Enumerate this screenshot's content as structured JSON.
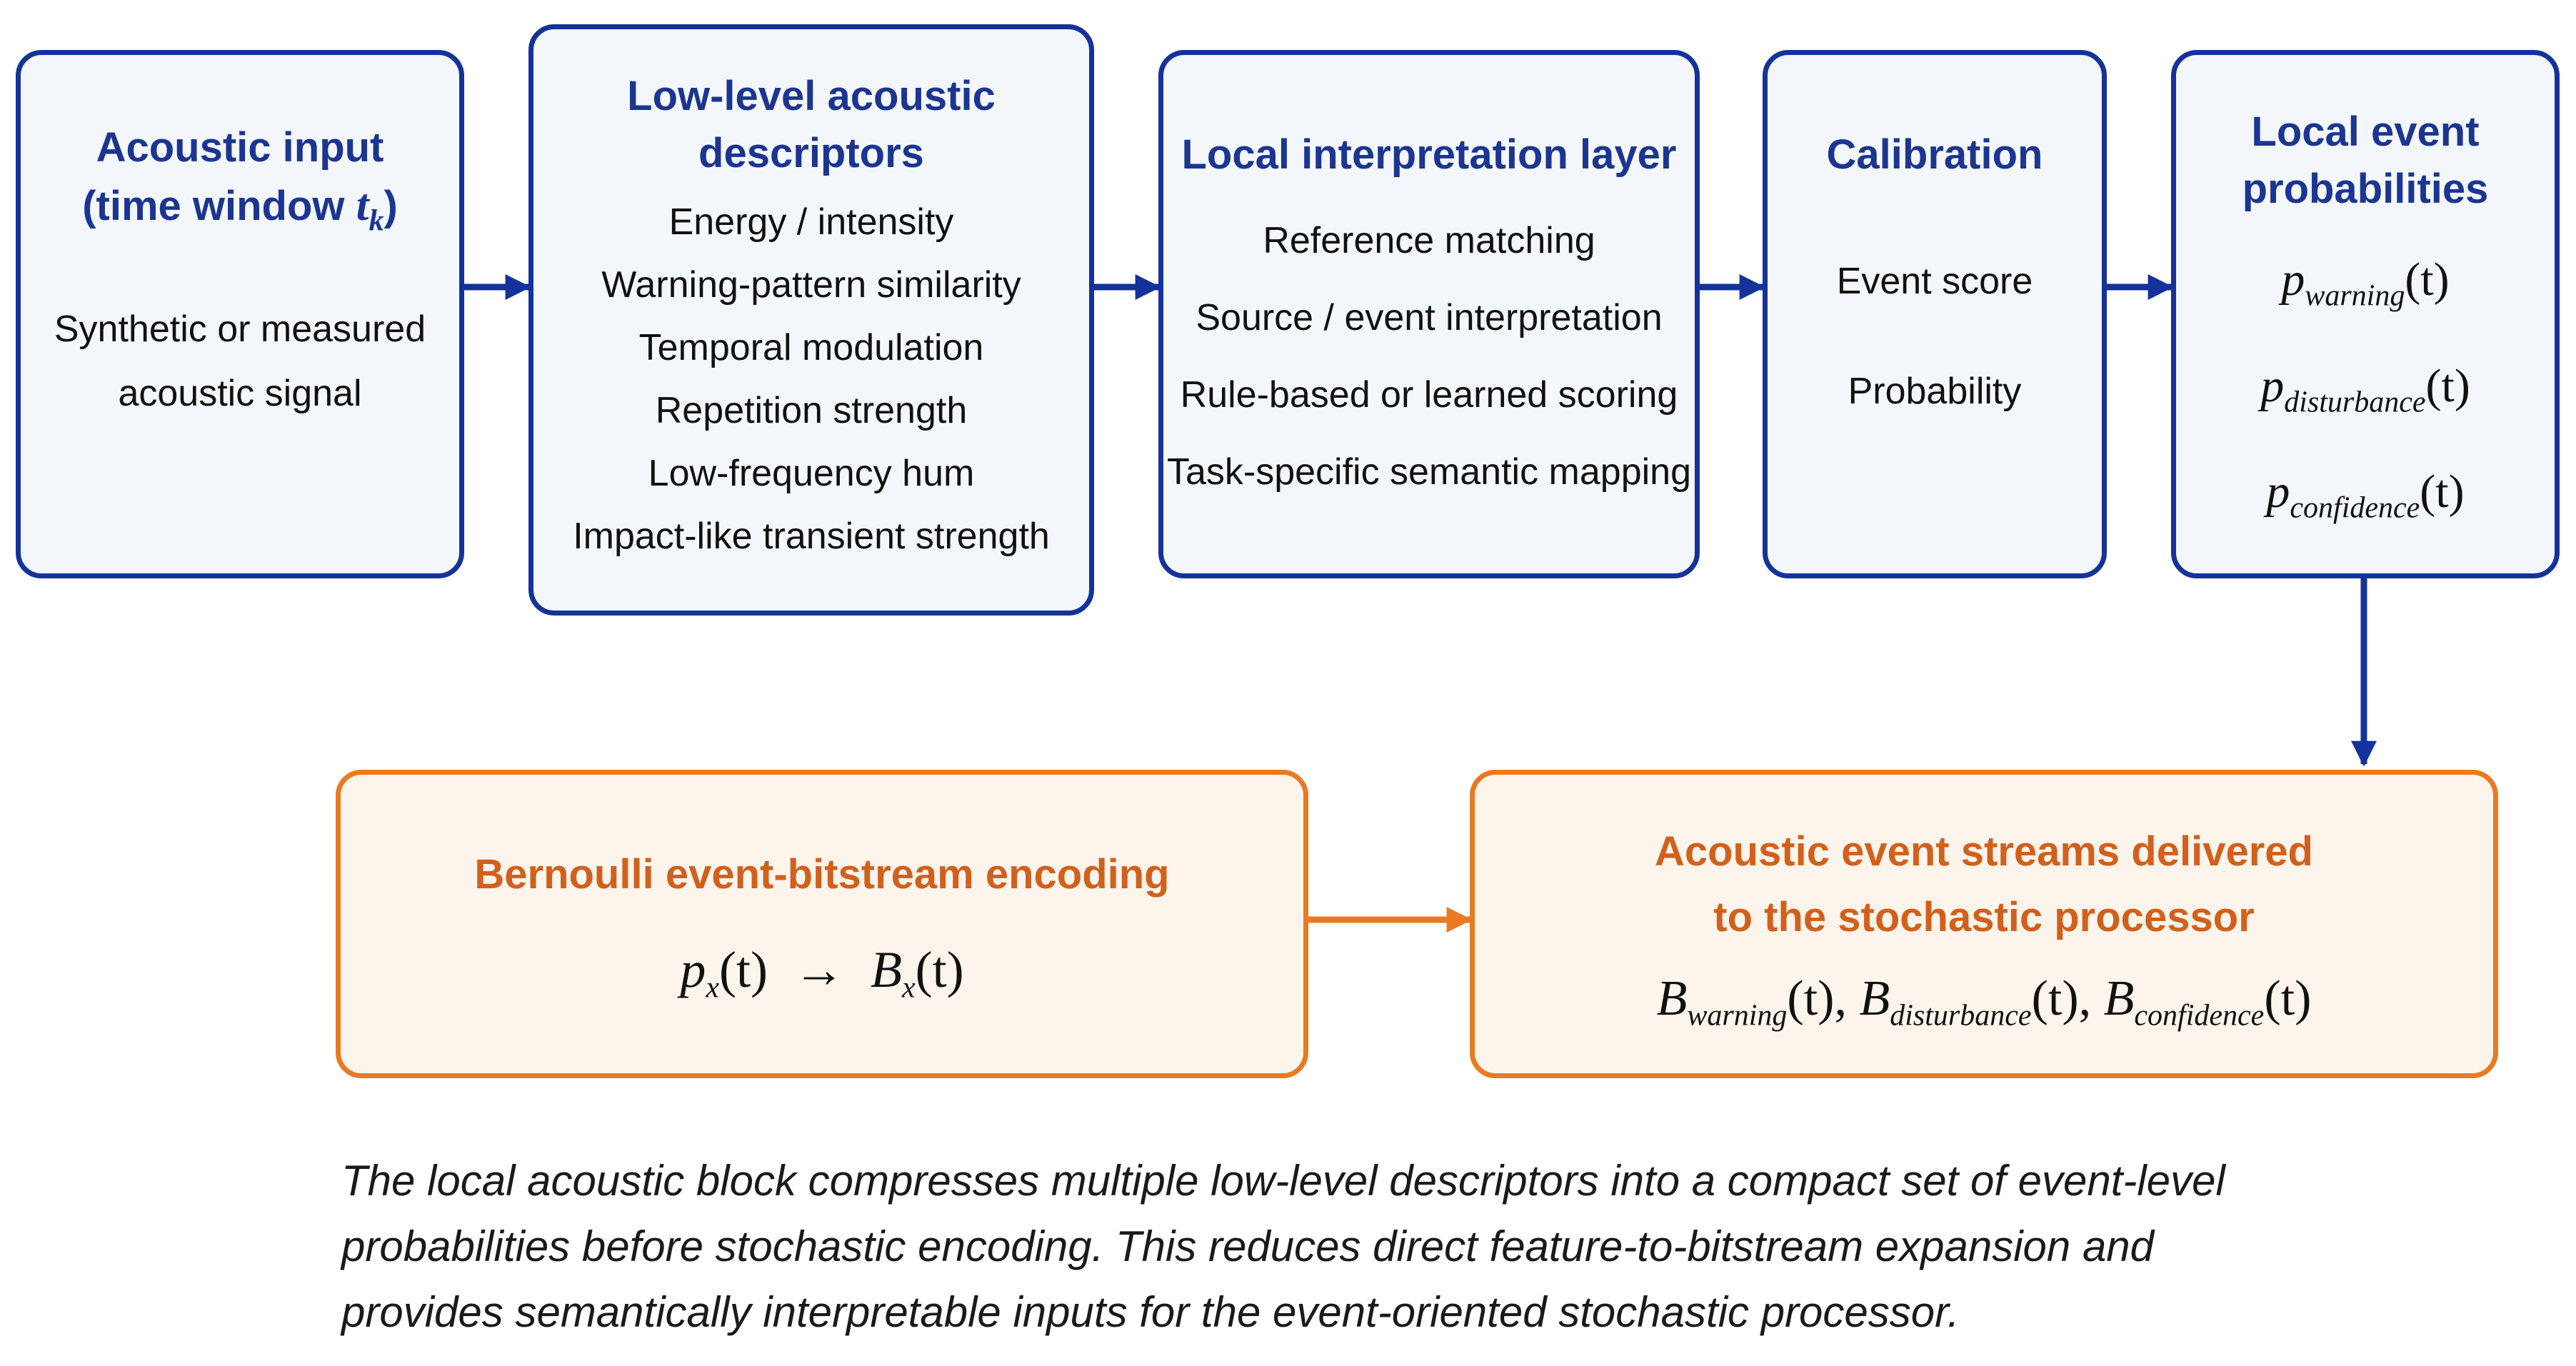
{
  "boxes": {
    "acoustic_input": {
      "title_line1": "Acoustic input",
      "title_line2": "(time window ",
      "title_var": "t",
      "title_sub": "k",
      "title_close": ")",
      "body": [
        "Synthetic or measured",
        "acoustic signal"
      ]
    },
    "descriptors": {
      "title": [
        "Low-level acoustic",
        "descriptors"
      ],
      "items": [
        "Energy / intensity",
        "Warning-pattern similarity",
        "Temporal modulation",
        "Repetition strength",
        "Low-frequency hum",
        "Impact-like transient strength"
      ]
    },
    "interpretation": {
      "title": "Local interpretation layer",
      "items": [
        "Reference matching",
        "Source / event interpretation",
        "Rule-based or learned scoring",
        "Task-specific semantic mapping"
      ]
    },
    "calibration": {
      "title": "Calibration",
      "items": [
        "Event score",
        "Probability"
      ]
    },
    "probabilities": {
      "title": [
        "Local event",
        "probabilities"
      ],
      "symbol": "p",
      "arg": "(t)",
      "subs": [
        "warning",
        "disturbance",
        "confidence"
      ]
    },
    "encoding": {
      "title": "Bernoulli event-bitstream encoding",
      "lhs": "p",
      "lhs_sub": "x",
      "arg": "(t)",
      "arrow": "→",
      "rhs": "B",
      "rhs_sub": "x"
    },
    "streams": {
      "title": [
        "Acoustic event streams delivered",
        "to the stochastic processor"
      ],
      "symbol": "B",
      "arg": "(t)",
      "sep": ",",
      "subs": [
        "warning",
        "disturbance",
        "confidence"
      ]
    }
  },
  "caption": [
    "The local acoustic block compresses multiple low-level descriptors into a compact set of event-level",
    "probabilities before stochastic encoding. This reduces direct feature-to-bitstream expansion and",
    "provides semantically interpretable inputs for the event-oriented stochastic processor."
  ],
  "colors": {
    "blue": "#15329a",
    "orange": "#ea7a22",
    "blue_title": "#1c3591",
    "orange_title": "#d2601c"
  }
}
